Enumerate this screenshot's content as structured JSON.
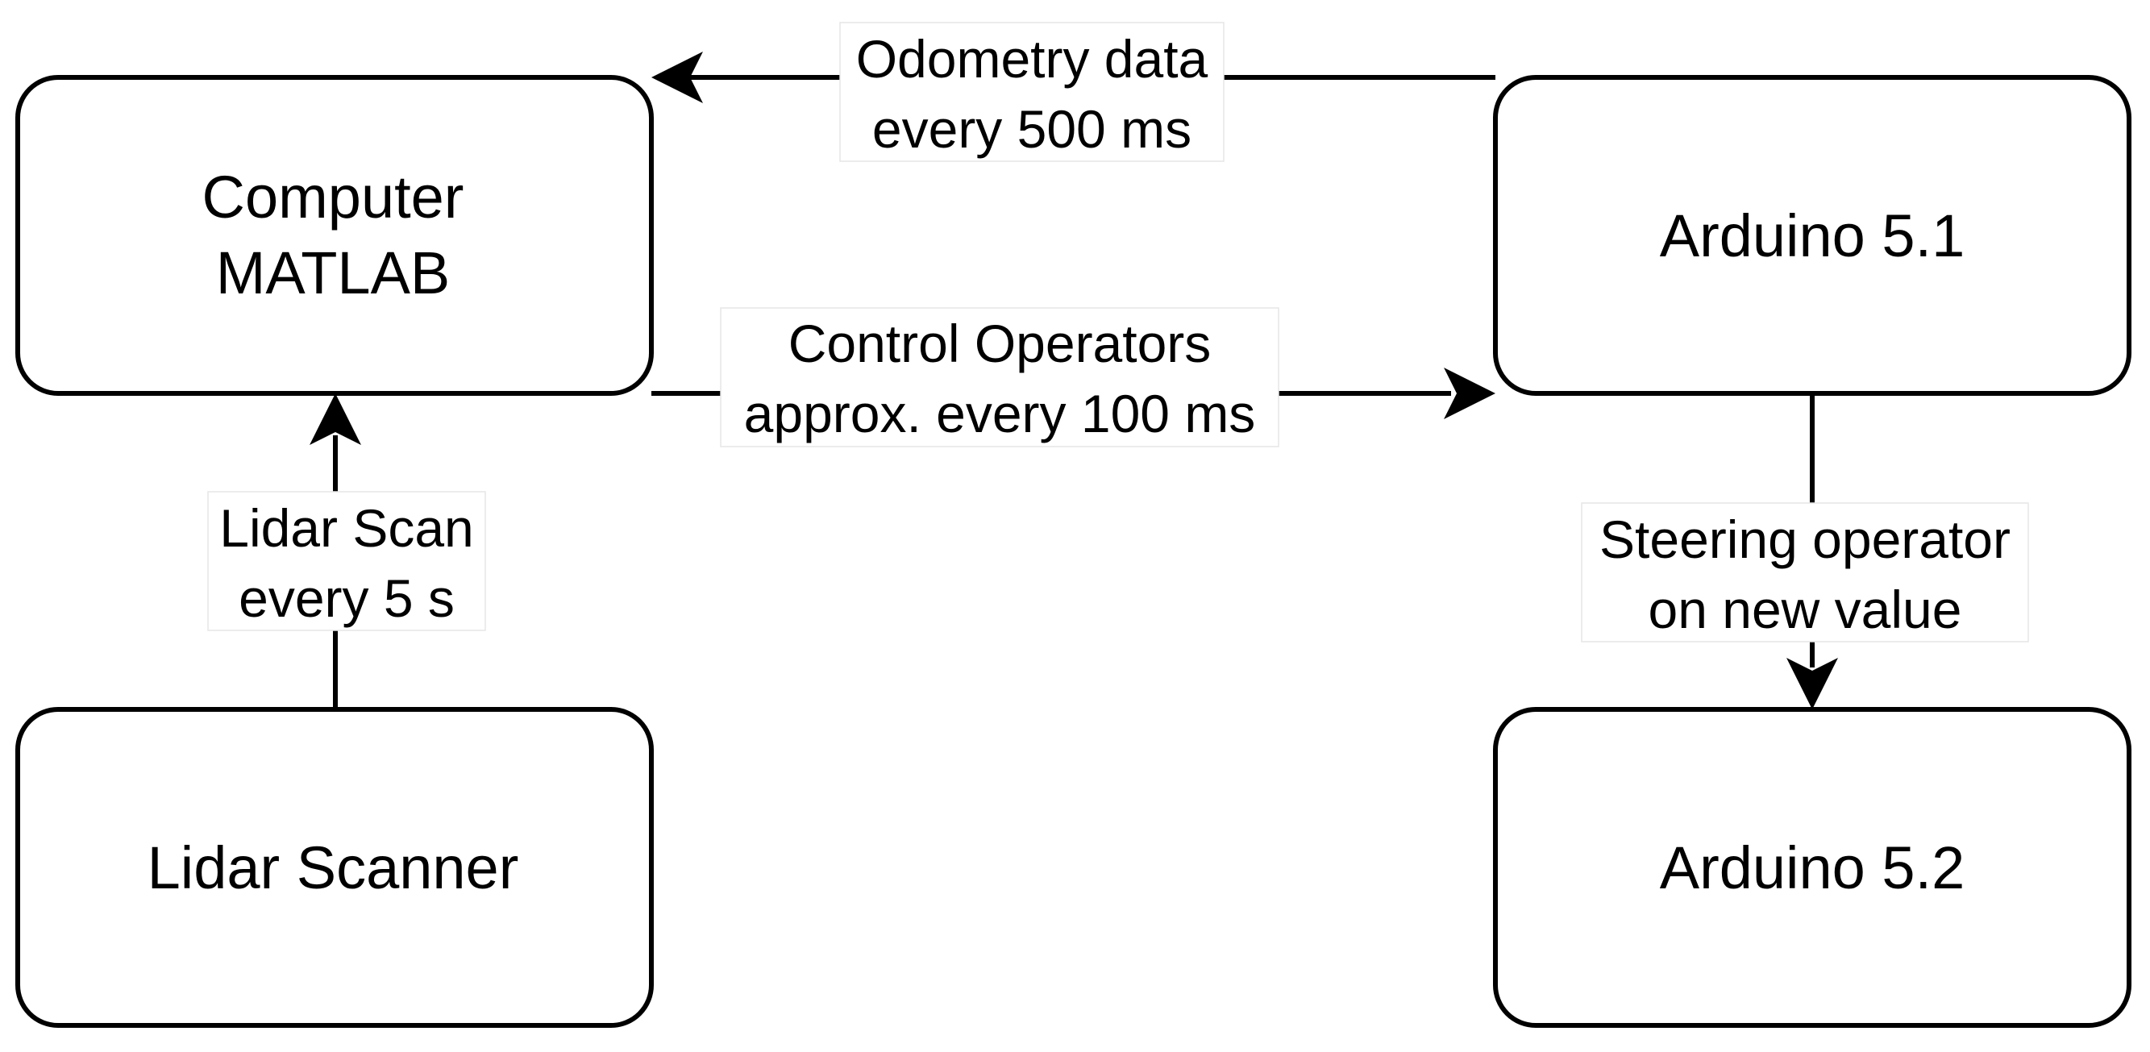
{
  "diagram": {
    "nodes": {
      "computer": {
        "line1": "Computer",
        "line2": "MATLAB"
      },
      "arduino51": {
        "label": "Arduino 5.1"
      },
      "lidar_scanner": {
        "label": "Lidar Scanner"
      },
      "arduino52": {
        "label": "Arduino 5.2"
      }
    },
    "edges": {
      "odometry": {
        "line1": "Odometry data",
        "line2": "every 500 ms"
      },
      "control": {
        "line1": "Control Operators",
        "line2": "approx. every 100 ms"
      },
      "lidar_scan": {
        "line1": "Lidar Scan",
        "line2": "every 5 s"
      },
      "steering": {
        "line1": "Steering operator",
        "line2": "on new value"
      }
    }
  }
}
